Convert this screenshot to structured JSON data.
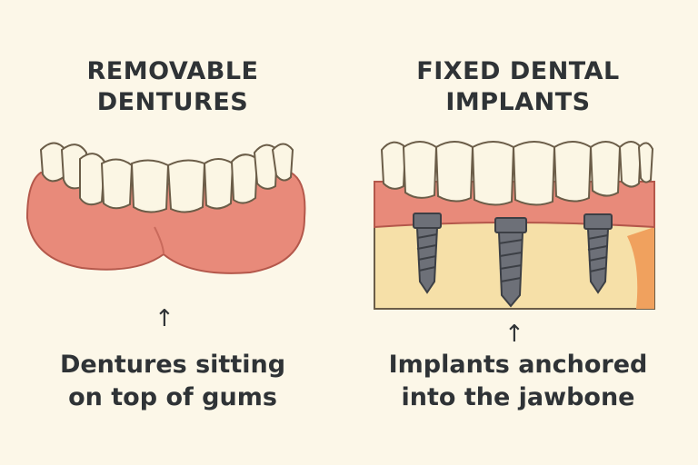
{
  "left": {
    "title_line1": "REMOVABLE",
    "title_line2": "DENTURES",
    "arrow": "↑",
    "caption_line1": "Dentures sitting",
    "caption_line2": "on top of gums"
  },
  "right": {
    "title_line1": "FIXED DENTAL",
    "title_line2": "IMPLANTS",
    "arrow": "↑",
    "caption_line1": "Implants anchored",
    "caption_line2": "into the jawbone"
  },
  "colors": {
    "background": "#fcf7e8",
    "gum": "#e88a7a",
    "tooth": "#fbf6e4",
    "bone": "#f6e0a8",
    "implant": "#6d7078"
  }
}
